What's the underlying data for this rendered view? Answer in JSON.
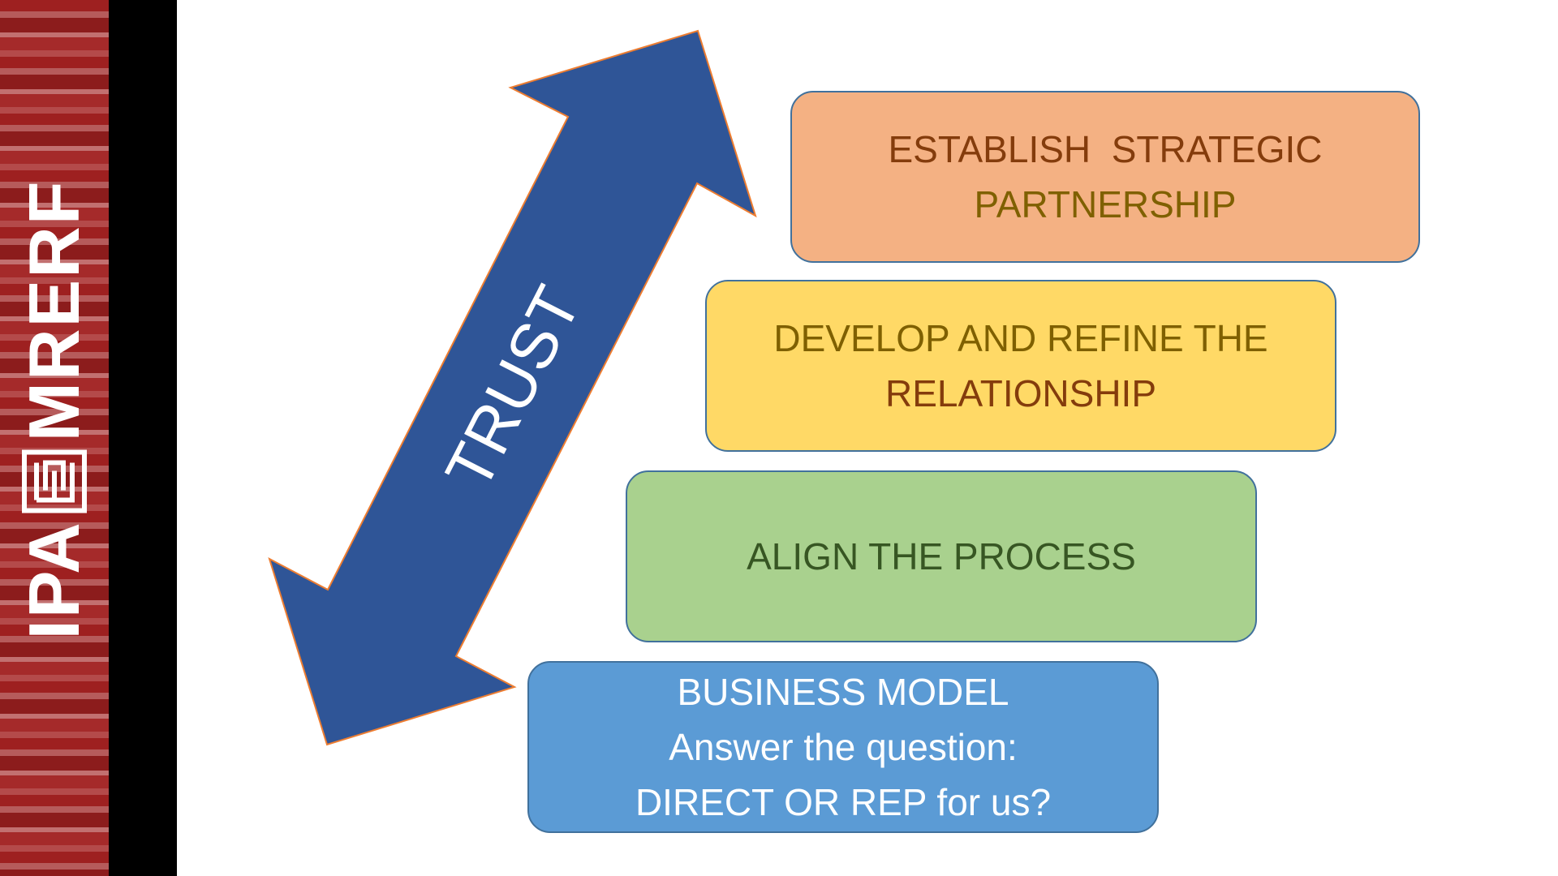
{
  "brand": {
    "left_text": "IPA",
    "right_text": "MRERF",
    "strip_color": "#9e2020",
    "black_bar_color": "#000000",
    "mark_icon": "ipa-mrerf-logo-mark"
  },
  "arrow": {
    "label": "TRUST",
    "fill_color": "#2f5597",
    "outline_color": "#ed7d31",
    "icon": "double-headed-arrow"
  },
  "steps": [
    {
      "lines": [
        "ESTABLISH  STRATEGIC",
        "PARTNERSHIP"
      ],
      "fill": "#f4b183"
    },
    {
      "lines": [
        "DEVELOP AND REFINE THE",
        "RELATIONSHIP"
      ],
      "fill": "#ffd966"
    },
    {
      "lines": [
        "ALIGN THE PROCESS"
      ],
      "fill": "#a9d18e"
    },
    {
      "lines": [
        "BUSINESS MODEL",
        "Answer the question:",
        "DIRECT OR REP for us?"
      ],
      "fill": "#5b9bd5"
    }
  ]
}
